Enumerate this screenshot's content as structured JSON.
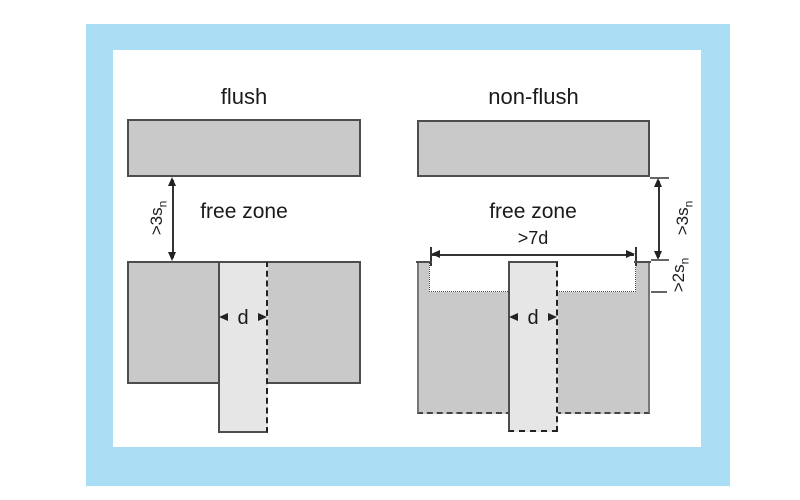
{
  "colors": {
    "frame-blue": "#aadef5",
    "panel-white": "#ffffff",
    "block-gray": "#c9c9c9",
    "sensor-gray": "#e6e6e6",
    "outline-dark": "#4d4d4d",
    "text-dark": "#1a1a1a"
  },
  "left_diagram": {
    "title": "flush",
    "free_zone_label": "free zone",
    "dim_3sn": {
      "main": ">3s",
      "sub": "n"
    },
    "dim_d": "d"
  },
  "right_diagram": {
    "title": "non-flush",
    "free_zone_label": "free zone",
    "dim_7d": ">7d",
    "dim_3sn": {
      "main": ">3s",
      "sub": "n"
    },
    "dim_2sn": {
      "main": ">2s",
      "sub": "n"
    },
    "dim_d": "d"
  }
}
